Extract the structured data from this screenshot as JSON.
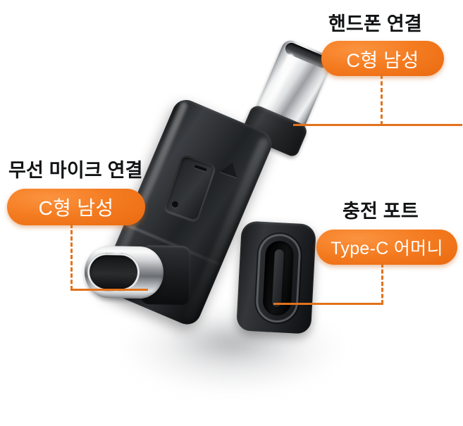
{
  "image": {
    "subject": "right-angle USB-C adapter",
    "background_color": "#ffffff",
    "accent_color": "#f47b20",
    "heading_color": "#111314",
    "leader_line_color": "#e2721c"
  },
  "annotations": {
    "top": {
      "heading": "핸드폰 연결",
      "pill_label": "C형 남성",
      "icon": "usb-c-male-connector"
    },
    "left": {
      "heading": "무선 마이크 연결",
      "pill_label": "C형 남성",
      "icon": "usb-c-male-connector"
    },
    "right": {
      "heading": "충전 포트",
      "pill_label": "Type-C 어머니",
      "icon": "usb-c-female-port"
    }
  },
  "product": {
    "body_color": "#1e2124",
    "metal_color": "#d6d8da",
    "emboss_icons": [
      "phone-glyph",
      "triangle-marker"
    ]
  }
}
